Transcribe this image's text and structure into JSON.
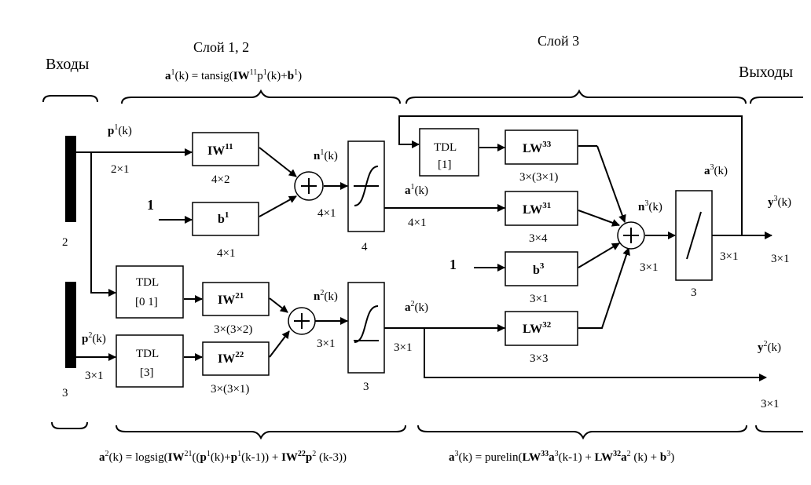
{
  "headers": {
    "inputs": "Входы",
    "outputs": "Выходы",
    "layers12": "Слой 1, 2",
    "layer3": "Слой 3"
  },
  "eq_top": {
    "a": "a",
    "sup1": "1",
    "text1": "(k) = tansig(",
    "iw": "IW",
    "sup11": "11",
    "p": "p",
    "sup1b": "1",
    "text2": "(k)+",
    "b": "b",
    "sup1c": "1",
    "text3": ")"
  },
  "eq_bottom_left": {
    "a": "a",
    "sup2": "2",
    "t1": "(k)  =  logsig(",
    "iw21": "IW",
    "sup21": "21",
    "t2": "((",
    "p1": "p",
    "s1": "1",
    "t3": "(k)+",
    "p1b": "p",
    "s1b": "1",
    "t4": "(k-1)) + ",
    "iw22": "IW",
    "sup22": "22",
    "p2": "p",
    "s2": "2",
    "t5": " (k-3))"
  },
  "eq_bottom_right": {
    "a": "a",
    "sup3": "3",
    "t1": "(k)  =  purelin(",
    "lw33": "LW",
    "sup33": "33",
    "a3": "a",
    "s3": "3",
    "t2": "(k-1) + ",
    "lw32": "LW",
    "sup32": "32",
    "a2": "a",
    "s2": "2",
    "t3": " (k)  + ",
    "b3": "b",
    "s3b": "3",
    "t4": ")"
  },
  "inputs": {
    "p1_label": "p",
    "p1_sup": "1",
    "p1_k": "(k)",
    "p1_dim": "2×1",
    "bar1_size": "2",
    "p2_label": "p",
    "p2_sup": "2",
    "p2_k": "(k)",
    "p2_dim": "3×1",
    "bar2_size": "3"
  },
  "blocks": {
    "iw11": {
      "name": "IW",
      "sup": "11",
      "dim": "4×2"
    },
    "b1": {
      "name": "b",
      "sup": "1",
      "dim": "4×1"
    },
    "tdl01": {
      "name": "TDL",
      "delay": "[0 1]"
    },
    "tdl3": {
      "name": "TDL",
      "delay": "[3]"
    },
    "iw21": {
      "name": "IW",
      "sup": "21",
      "dim": "3×(3×2)"
    },
    "iw22": {
      "name": "IW",
      "sup": "22",
      "dim": "3×(3×1)"
    },
    "tdl1": {
      "name": "TDL",
      "delay": "[1]"
    },
    "lw33": {
      "name": "LW",
      "sup": "33",
      "dim": "3×(3×1)"
    },
    "lw31": {
      "name": "LW",
      "sup": "31",
      "dim": "3×4"
    },
    "b3": {
      "name": "b",
      "sup": "3",
      "dim": "3×1"
    },
    "lw32": {
      "name": "LW",
      "sup": "32",
      "dim": "3×3"
    }
  },
  "bias_inputs": {
    "one_a": "1",
    "one_b": "1"
  },
  "signals": {
    "n1": {
      "name": "n",
      "sup": "1",
      "k": "(k)",
      "dim": "4×1"
    },
    "n2": {
      "name": "n",
      "sup": "2",
      "k": "(k)",
      "dim": "3×1"
    },
    "n3": {
      "name": "n",
      "sup": "3",
      "k": "(k)",
      "dim": "3×1"
    },
    "a1": {
      "name": "a",
      "sup": "1",
      "k": "(k)",
      "dim": "4×1"
    },
    "a2": {
      "name": "a",
      "sup": "2",
      "k": "(k)",
      "dim": "3×1"
    },
    "a3": {
      "name": "a",
      "sup": "3",
      "k": "(k)",
      "dim": "3×1"
    }
  },
  "transfer": {
    "tansig_size": "4",
    "logsig_size": "3",
    "purelin_size": "3"
  },
  "outputs": {
    "y3": {
      "name": "y",
      "sup": "3",
      "k": "(k)",
      "dim": "3×1"
    },
    "y2": {
      "name": "y",
      "sup": "2",
      "k": "(k)",
      "dim": "3×1"
    }
  }
}
